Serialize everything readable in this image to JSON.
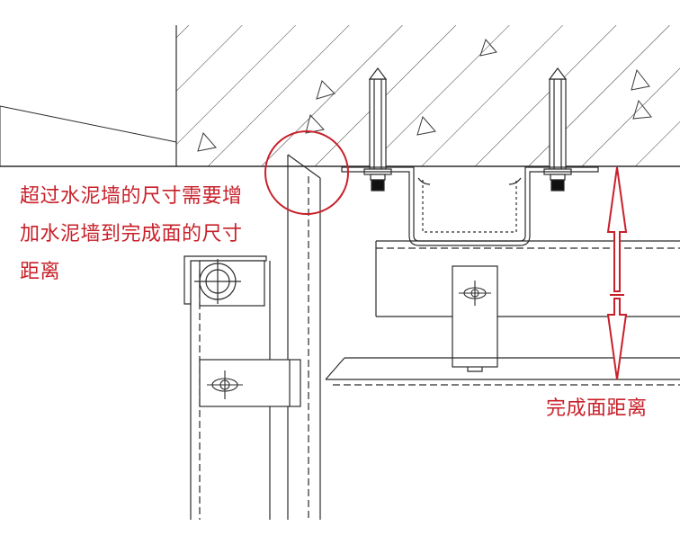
{
  "annotations": {
    "over_wall_line1": "超过水泥墙的尺寸需要增",
    "over_wall_line2": "加水泥墙到完成面的尺寸",
    "over_wall_line3": "距离",
    "finish_distance": "完成面距离"
  },
  "colors": {
    "line": "#2b2b2b",
    "annotation": "#c8202a",
    "background": "#ffffff"
  }
}
